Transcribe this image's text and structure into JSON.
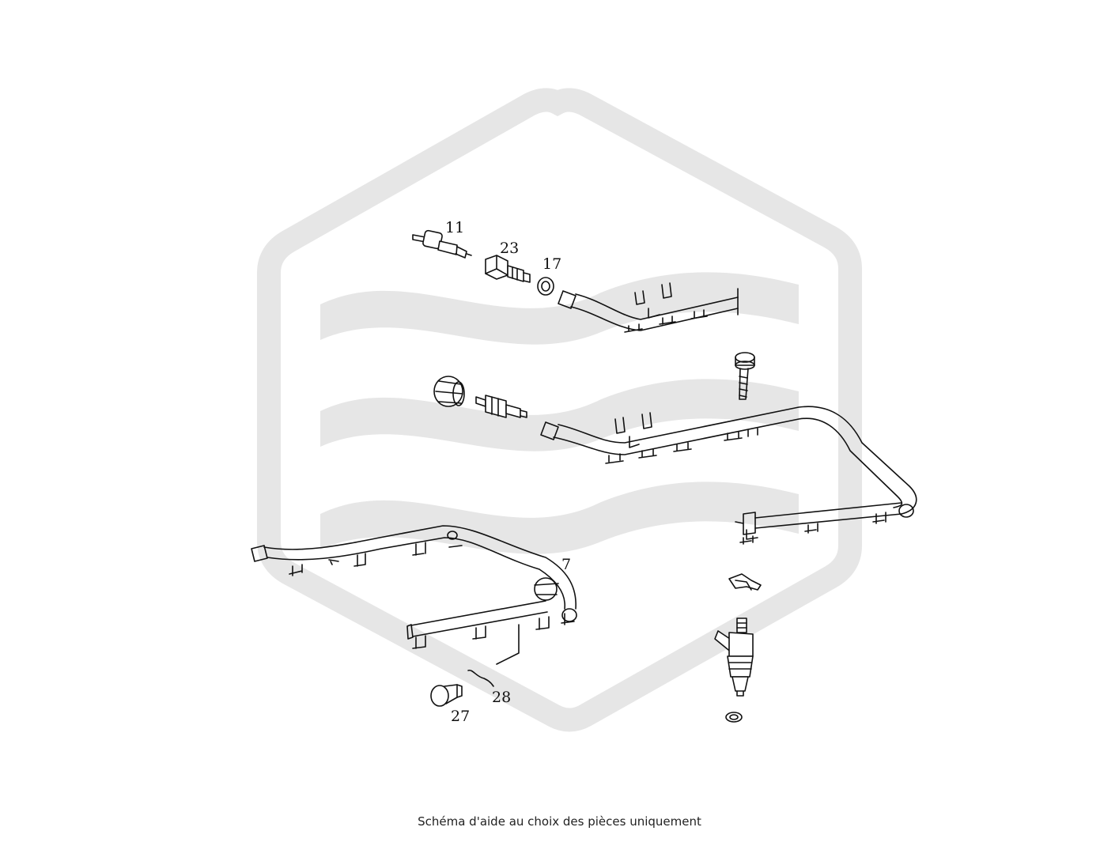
{
  "caption": "Schéma d'aide au choix des pièces uniquement",
  "callouts": {
    "c11": "11",
    "c23": "23",
    "c17": "17",
    "c7": "7",
    "c28": "28",
    "c27": "27"
  },
  "watermark": {
    "color": "#e6e6e6"
  },
  "colors": {
    "line": "#111111",
    "background": "#ffffff"
  }
}
